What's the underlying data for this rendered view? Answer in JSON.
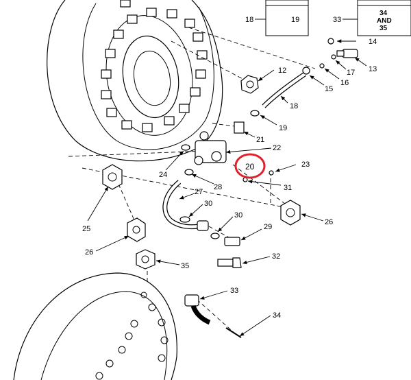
{
  "boxes": {
    "box_18": "18",
    "box_19": "19",
    "box_33": "33",
    "box_34_line1": "34",
    "box_34_line2": "AND",
    "box_34_line3": "35"
  },
  "callouts": {
    "c12": "12",
    "c13": "13",
    "c14": "14",
    "c15": "15",
    "c16": "16",
    "c17": "17",
    "c18": "18",
    "c19": "19",
    "c20": "20",
    "c21": "21",
    "c22": "22",
    "c23": "23",
    "c24": "24",
    "c25": "25",
    "c26a": "26",
    "c26b": "26",
    "c27": "27",
    "c28": "28",
    "c29": "29",
    "c30a": "30",
    "c30b": "30",
    "c31": "31",
    "c32": "32",
    "c33": "33",
    "c34": "34",
    "c35": "35"
  },
  "highlight": {
    "color": "#e0202a",
    "target": "20"
  }
}
